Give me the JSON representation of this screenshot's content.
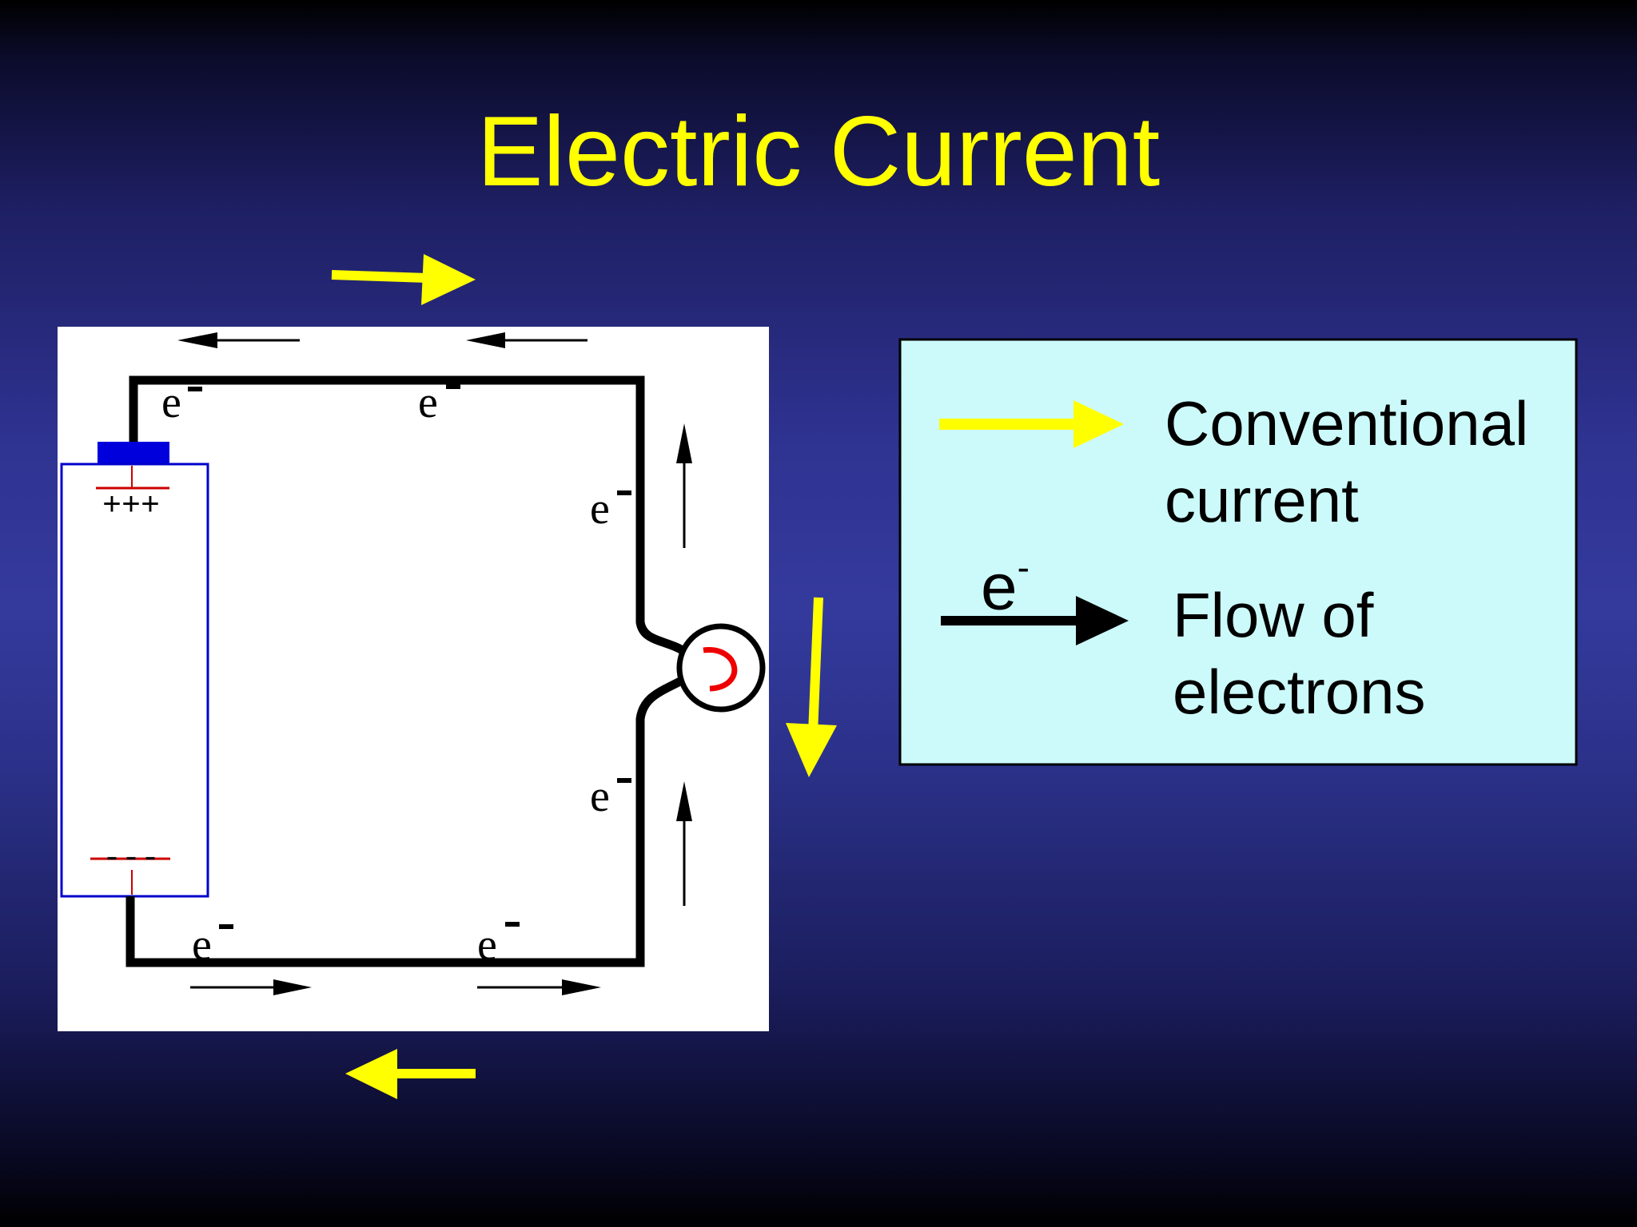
{
  "title": "Electric Current",
  "circuit": {
    "electron_symbol": "e",
    "electron_charge": "-",
    "battery_positive": "+++",
    "battery_negative": "---"
  },
  "legend": {
    "conventional_line1": "Conventional",
    "conventional_line2": "current",
    "electron_symbol": "e",
    "electron_charge": "-",
    "electrons_line1": "Flow of",
    "electrons_line2": "electrons"
  },
  "colors": {
    "title": "#ffff00",
    "conventional_arrow": "#ffff00",
    "electron_arrow": "#000000",
    "legend_bg": "#ccfafa",
    "battery_outline": "#0000cc",
    "battery_terminal": "#0000dd",
    "battery_plate": "#cc0000",
    "bulb_filament": "#ee0000"
  }
}
